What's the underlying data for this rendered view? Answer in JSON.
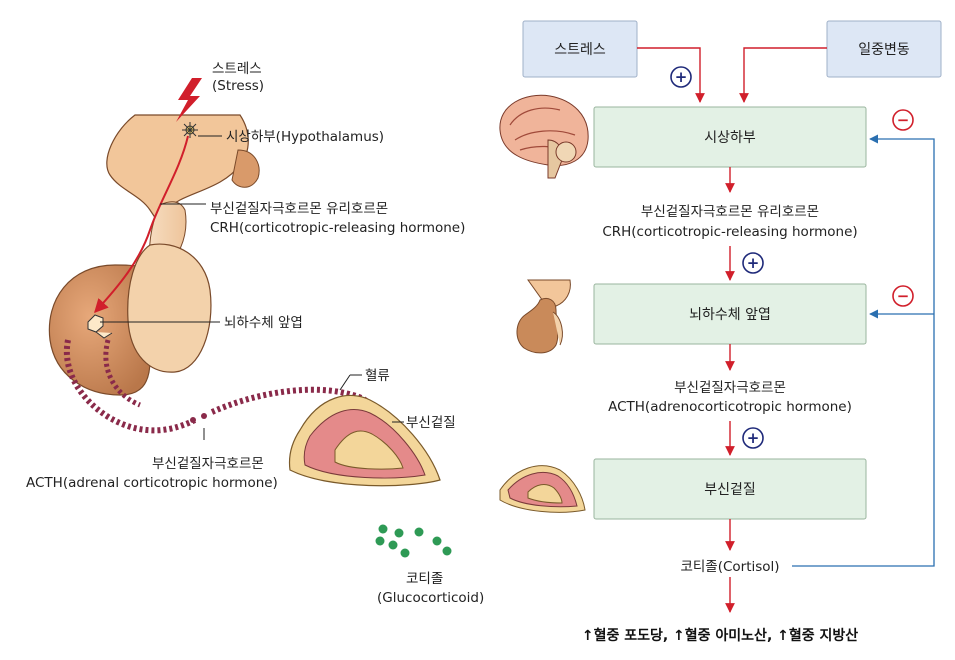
{
  "left": {
    "stress": {
      "ko": "스트레스",
      "en": "(Stress)"
    },
    "hypothalamus": "시상하부(Hypothalamus)",
    "crh": {
      "ko": "부신겉질자극호르몬 유리호르몬",
      "en": "CRH(corticotropic-releasing hormone)"
    },
    "pituitary": "뇌하수체 앞엽",
    "bloodflow": "혈류",
    "adrenal_cortex": "부신겉질",
    "acth": {
      "ko": "부신겉질자극호르몬",
      "en": "ACTH(adrenal corticotropic hormone)"
    },
    "cortisol": {
      "ko": "코티졸",
      "en": "(Glucocorticoid)"
    }
  },
  "right": {
    "stress_box": "스트레스",
    "rhythm_box": "일중변동",
    "hypothalamus_box": "시상하부",
    "crh": {
      "ko": "부신겉질자극호르몬 유리호르몬",
      "en": "CRH(corticotropic-releasing hormone)"
    },
    "pituitary_box": "뇌하수체 앞엽",
    "acth": {
      "ko": "부신겉질자극호르몬",
      "en": "ACTH(adrenocorticotropic hormone)"
    },
    "adrenal_box": "부신겉질",
    "cortisol": "코티졸(Cortisol)",
    "result": "↑혈중 포도당, ↑혈중 아미노산, ↑혈중 지방산",
    "plus_sign": "+",
    "minus_sign": "−"
  },
  "colors": {
    "box_blue": "#dde7f5",
    "box_green": "#e3f1e5",
    "arrow_red": "#d11f2b",
    "feedback_blue": "#2a6fb0",
    "plus_navy": "#1f2a7a",
    "tissue_peach": "#f2c69a",
    "tissue_brown": "#c98a5a",
    "cortisol_green": "#2e9a55"
  }
}
